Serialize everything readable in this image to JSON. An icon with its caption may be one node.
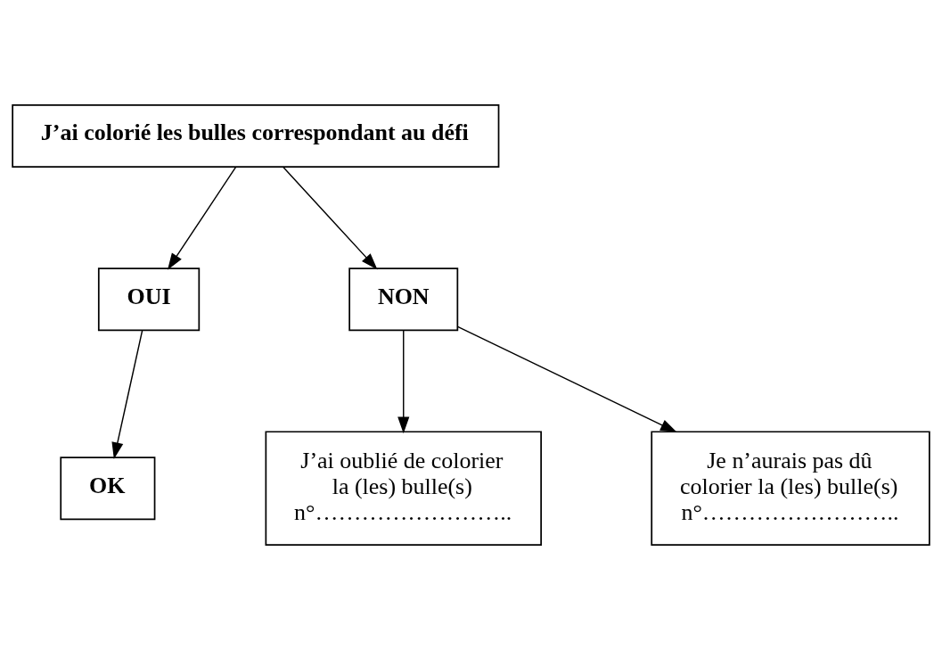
{
  "diagram": {
    "nodes": [
      {
        "text": [
          "J’ai colorié les bulles correspondant au défi"
        ]
      },
      {
        "text": [
          "OUI"
        ]
      },
      {
        "text": [
          "NON"
        ]
      },
      {
        "text": [
          "OK"
        ]
      },
      {
        "text": [
          "J’ai oublié de colorier la (les) bulle(s)",
          "n°…………………….."
        ]
      },
      {
        "text": [
          "Je n’aurais pas dû colorier la (les) bulle(s)",
          "n°…………………….."
        ]
      }
    ],
    "edges": [
      {
        "from": 0,
        "to": 1,
        "arrow": "to"
      },
      {
        "from": 0,
        "to": 2,
        "arrow": "to"
      },
      {
        "from": 1,
        "to": 3,
        "arrow": "to"
      },
      {
        "from": 2,
        "to": 4,
        "arrow": "to"
      },
      {
        "from": 2,
        "to": 5,
        "arrow": "to"
      }
    ]
  }
}
